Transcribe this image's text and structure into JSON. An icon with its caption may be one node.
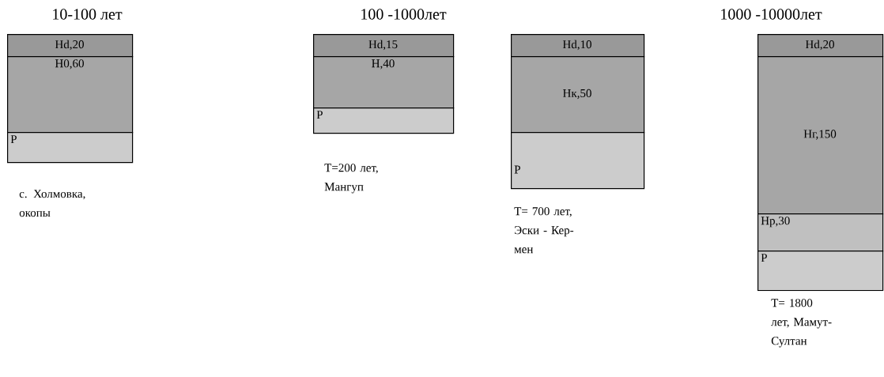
{
  "diagram": {
    "nodes": [
      {
        "text": [
          "Hd,20"
        ]
      },
      {
        "text": [
          "H0,60"
        ]
      },
      {
        "text": [
          "P"
        ]
      },
      {
        "text": [
          "Hd,15"
        ]
      },
      {
        "text": [
          "H,40"
        ]
      },
      {
        "text": [
          "P"
        ]
      },
      {
        "text": [
          "Hd,10"
        ]
      },
      {
        "text": [
          "Hк,50"
        ]
      },
      {
        "text": [
          "P"
        ]
      },
      {
        "text": [
          "Hd,20"
        ]
      },
      {
        "text": [
          "Hг,150"
        ]
      },
      {
        "text": [
          "Hр,30"
        ]
      },
      {
        "text": [
          "P"
        ]
      }
    ],
    "labels": [
      "10-100 лет",
      "100 -1000лет",
      "1000 -10000лет",
      "с. Холмовка, окопы",
      "T=200 лет, Мангуп",
      "T= 700 лет, Эски - Кер-мен",
      "T= 1800 лет, Мамут-Султан"
    ]
  }
}
